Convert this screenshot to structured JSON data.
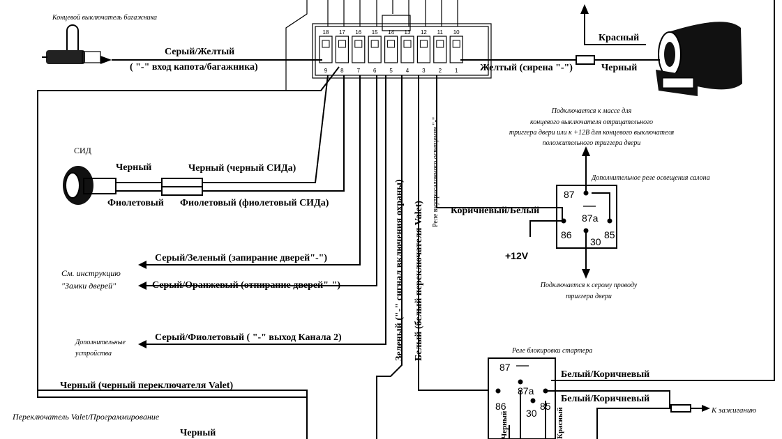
{
  "trunk_switch": {
    "label": "Концевой выключатель багажника",
    "wire": "Серый/Желтый",
    "wire_note": "( \"-\" вход капота/багажника)"
  },
  "siren": {
    "wire_yellow": "Желтый (сирена \"-\")",
    "black": "Черный",
    "red": "Красный"
  },
  "connector": {
    "top_pins": [
      "18",
      "17",
      "16",
      "15",
      "14",
      "13",
      "12",
      "11",
      "10"
    ],
    "bottom_pins": [
      "9",
      "8",
      "7",
      "6",
      "5",
      "4",
      "3",
      "2",
      "1"
    ]
  },
  "led": {
    "label": "СИД",
    "black": "Черный",
    "black_wire": "Черный (черный СИДа)",
    "violet": "Фиолетовый",
    "violet_wire": "Фиолетовый (фиолетовый СИДа)"
  },
  "door_locks": {
    "ref": [
      "См. инструкцию",
      "\"Замки дверей\""
    ],
    "lock": "Серый/Зеленый (запирание дверей\"-\")",
    "unlock": "Серый/Оранжевый (отпирание дверей\"-\")"
  },
  "channel2": {
    "ref": [
      "Дополнительные",
      "устройства"
    ],
    "wire": "Серый/Фиолетовый ( \"-\" выход Канала 2)"
  },
  "valet": {
    "black": "Черный (черный переключателя Valet)",
    "title": "Переключатель Valet/Программирование",
    "black2": "Черный"
  },
  "vertical": {
    "green": "Зеленый (\"-\" сигнал включения охраны)",
    "white": "Белый (белый переключателя Valet)",
    "interior": "Реле внутрисалонного освещения \"-\""
  },
  "interior_relay": {
    "note_top": [
      "Подключается к массе для",
      "концевого выключателя отрицательного",
      "триггера двери или к +12В для концевого выключателя",
      "положительного триггера двери"
    ],
    "title": "Дополнительное реле освещения салона",
    "wire": "Коричневый/Белый",
    "power": "+12V",
    "note_bottom": [
      "Подключается к серому проводу",
      "триггера двери"
    ],
    "pins": [
      "87",
      "87a",
      "86",
      "30",
      "85"
    ]
  },
  "starter_relay": {
    "title": "Реле блокировки стартера",
    "wire1": "Белый/Коричневый",
    "wire2": "Белый/Коричневый",
    "ignition": "К зажиганию",
    "red": "Красный",
    "black": "Черный",
    "pins": [
      "87",
      "87a",
      "86",
      "30",
      "85"
    ]
  }
}
